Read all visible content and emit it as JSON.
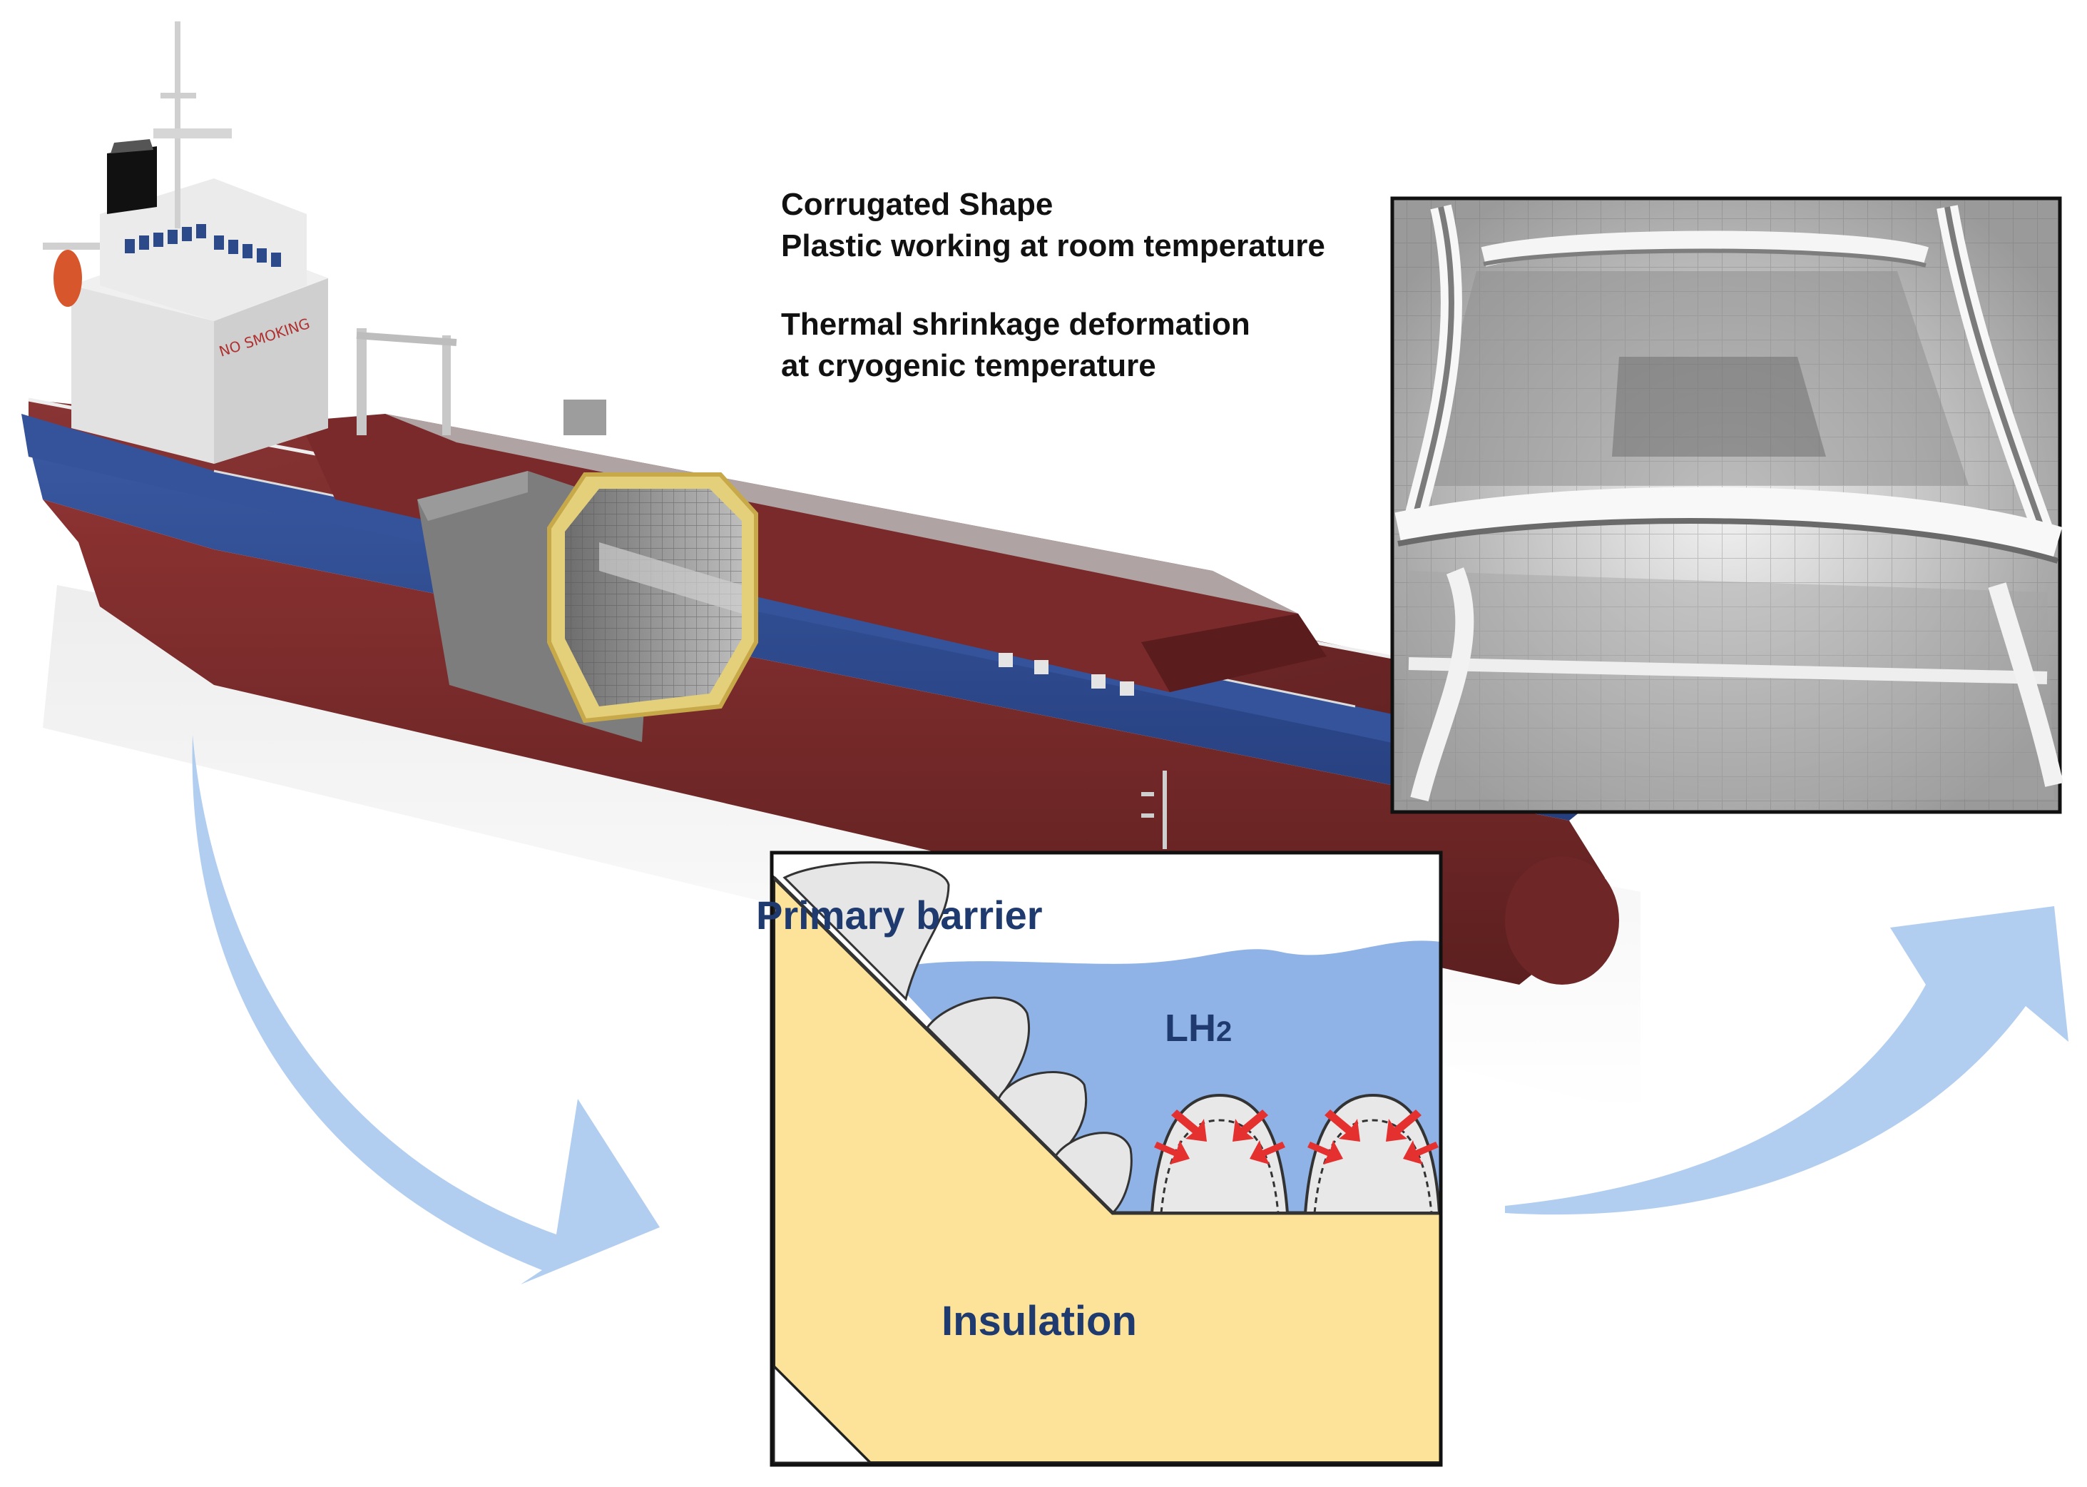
{
  "captions": {
    "line1": "Corrugated Shape",
    "line2": "Plastic working at room temperature",
    "line3": "Thermal shrinkage deformation",
    "line4": "at cryogenic temperature"
  },
  "ship": {
    "deck_sign": "NO SMOKING"
  },
  "detail": {
    "primary_barrier_label": "Primary barrier",
    "lh2_label_main": "LH",
    "lh2_label_sub": "2",
    "insulation_label": "Insulation"
  },
  "colors": {
    "hull_blue": "#2e4a8f",
    "hull_red": "#7a2a2a",
    "insulation_yellow": "#fde39a",
    "lh2_blue": "#8fb3e6",
    "arrow_blue": "#a9c8ee",
    "label_navy": "#1f3a6e",
    "strain_red": "#e53030"
  },
  "icons": {
    "curved_arrow_left": "curved-arrow-down-right-icon",
    "curved_arrow_right": "curved-arrow-up-right-icon",
    "strain_arrow": "red-arrow-icon"
  }
}
